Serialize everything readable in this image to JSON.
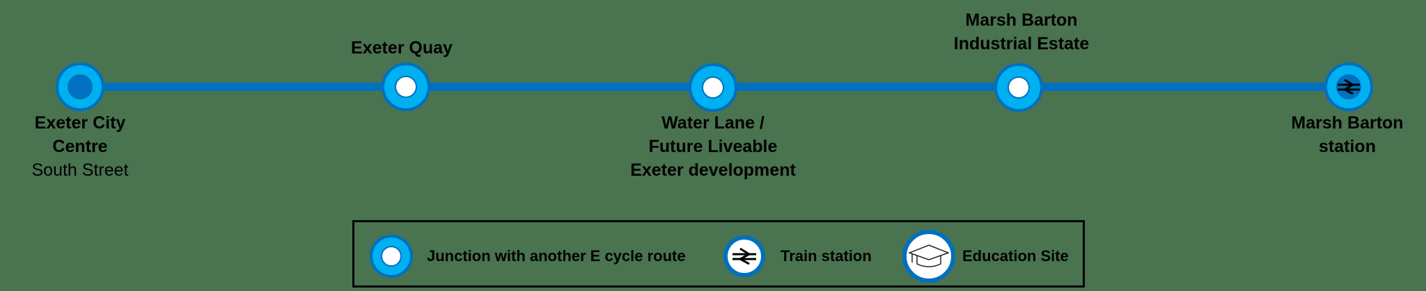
{
  "diagram": {
    "type": "cycle-route-line-diagram",
    "colors": {
      "background": "#4a7350",
      "route_line": "#0070c0",
      "node_fill": "#00b0f0",
      "node_border": "#0070c0",
      "text": "#000000",
      "legend_border": "#000000"
    },
    "stops": [
      {
        "id": "exeter-city-centre",
        "type": "origin",
        "label_position": "below",
        "label_lines": [
          "Exeter City",
          "Centre"
        ],
        "sublabel": "South Street"
      },
      {
        "id": "exeter-quay",
        "type": "junction",
        "label_position": "above",
        "label_lines": [
          "Exeter Quay"
        ]
      },
      {
        "id": "water-lane",
        "type": "junction",
        "label_position": "below",
        "label_lines": [
          "Water Lane /",
          "Future Liveable",
          "Exeter development"
        ]
      },
      {
        "id": "marsh-barton-industrial",
        "type": "junction",
        "label_position": "above",
        "label_lines": [
          "Marsh Barton",
          "Industrial Estate"
        ]
      },
      {
        "id": "marsh-barton-station",
        "type": "train-station",
        "label_position": "below",
        "label_lines": [
          "Marsh Barton",
          "station"
        ]
      }
    ],
    "legend": {
      "items": [
        {
          "icon": "junction-icon",
          "label": "Junction with another  E cycle route"
        },
        {
          "icon": "train-station-icon",
          "label": "Train station"
        },
        {
          "icon": "education-site-icon",
          "label": "Education Site"
        }
      ]
    }
  }
}
